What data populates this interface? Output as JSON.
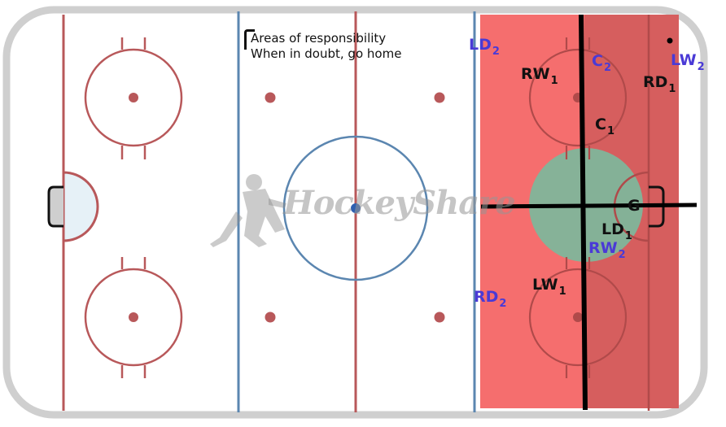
{
  "note": {
    "line1": "Areas of responsibility",
    "line2": "When in doubt, go home"
  },
  "watermark": {
    "text": "HockeyShare",
    "icon": "hockey-player-icon"
  },
  "players": {
    "team1": {
      "color": "#111111",
      "RW": {
        "base": "RW",
        "sub": "1"
      },
      "C": {
        "base": "C",
        "sub": "1"
      },
      "RD": {
        "base": "RD",
        "sub": "1"
      },
      "LD": {
        "base": "LD",
        "sub": "1"
      },
      "LW": {
        "base": "LW",
        "sub": "1"
      },
      "G": {
        "base": "G"
      }
    },
    "team2": {
      "color": "#4a3ad6",
      "LD": {
        "base": "LD",
        "sub": "2"
      },
      "C": {
        "base": "C",
        "sub": "2"
      },
      "LW": {
        "base": "LW",
        "sub": "2"
      },
      "RW": {
        "base": "RW",
        "sub": "2"
      },
      "RD": {
        "base": "RD",
        "sub": "2"
      }
    }
  },
  "colors": {
    "ice": "#ffffff",
    "board": "#c9c9c9",
    "red_line": "#b8585a",
    "blue_line": "#5b86b0",
    "zone_fill": "#f56e6e",
    "overlap_fill": "#d65e5e",
    "slot_fill": "#7fb59a",
    "divider": "#000000"
  }
}
